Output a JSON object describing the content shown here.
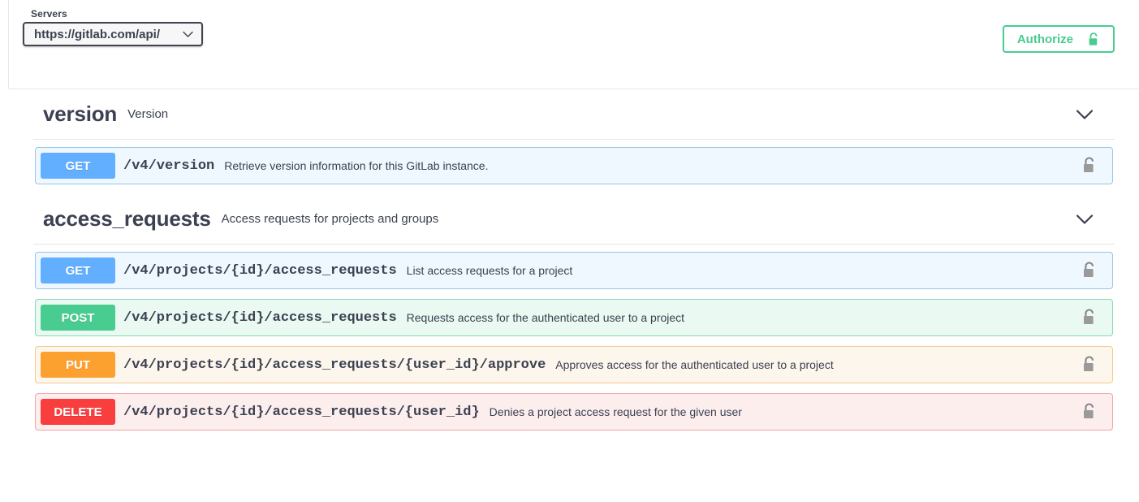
{
  "topbar": {
    "servers_label": "Servers",
    "server_value": "https://gitlab.com/api/",
    "server_dropdown_icon": "chevron-down-icon",
    "authorize_label": "Authorize",
    "authorize_icon": "unlocked-padlock-icon",
    "authorize_color": "#49cc90"
  },
  "sections": [
    {
      "name": "version",
      "description": "Version",
      "toggle_icon": "chevron-down-icon",
      "operations": [
        {
          "method": "GET",
          "path": "/v4/version",
          "summary": "Retrieve version information for this GitLab instance.",
          "lock_icon": "unlocked-padlock-icon",
          "badge_color": "#61affe",
          "row_background": "#f0f8ff",
          "row_border": "#97c6ea"
        }
      ]
    },
    {
      "name": "access_requests",
      "description": "Access requests for projects and groups",
      "toggle_icon": "chevron-down-icon",
      "operations": [
        {
          "method": "GET",
          "path": "/v4/projects/{id}/access_requests",
          "summary": "List access requests for a project",
          "lock_icon": "unlocked-padlock-icon",
          "badge_color": "#61affe",
          "row_background": "#f0f8ff",
          "row_border": "#97c6ea"
        },
        {
          "method": "POST",
          "path": "/v4/projects/{id}/access_requests",
          "summary": "Requests access for the authenticated user to a project",
          "lock_icon": "unlocked-padlock-icon",
          "badge_color": "#49cc90",
          "row_background": "#eaf9f2",
          "row_border": "#86d9b5"
        },
        {
          "method": "PUT",
          "path": "/v4/projects/{id}/access_requests/{user_id}/approve",
          "summary": "Approves access for the authenticated user to a project",
          "lock_icon": "unlocked-padlock-icon",
          "badge_color": "#fca130",
          "row_background": "#fdf6ec",
          "row_border": "#f5ca8e"
        },
        {
          "method": "DELETE",
          "path": "/v4/projects/{id}/access_requests/{user_id}",
          "summary": "Denies a project access request for the given user",
          "lock_icon": "unlocked-padlock-icon",
          "badge_color": "#f93e3e",
          "row_background": "#fdeeee",
          "row_border": "#f2a3a3"
        }
      ]
    }
  ]
}
